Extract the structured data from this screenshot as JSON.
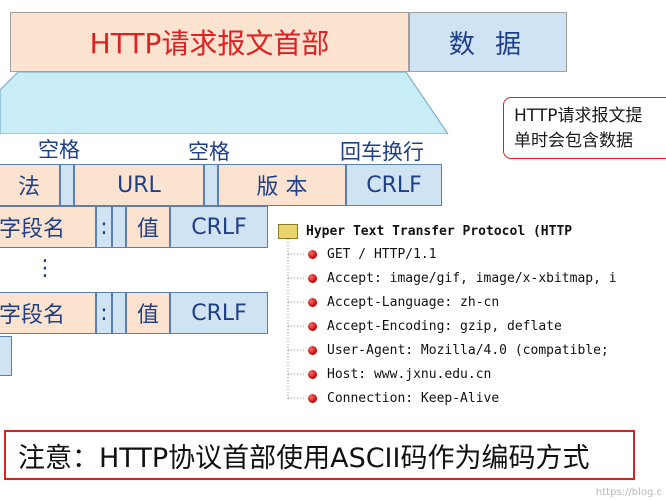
{
  "header": {
    "title": "HTTP请求报文首部",
    "data_label": "数 据"
  },
  "callout": {
    "line1": "HTTP请求报文提",
    "line2": "单时会包含数据"
  },
  "labels": {
    "space1": "空格",
    "space2": "空格",
    "crlf_label": "回车换行"
  },
  "request_line": {
    "method": "法",
    "url": "URL",
    "version": "版  本",
    "crlf": "CRLF"
  },
  "header_lines": [
    {
      "name": "字段名",
      "colon": ":",
      "value": "值",
      "crlf": "CRLF"
    },
    {
      "name": "字段名",
      "colon": ":",
      "value": "值",
      "crlf": "CRLF"
    }
  ],
  "ellipsis": "⋮",
  "protocol_tree": {
    "title": "Hyper Text Transfer Protocol (HTTP",
    "items": [
      "GET / HTTP/1.1",
      "Accept: image/gif, image/x-xbitmap, i",
      "Accept-Language: zh-cn",
      "Accept-Encoding: gzip, deflate",
      "User-Agent: Mozilla/4.0 (compatible;",
      "Host: www.jxnu.edu.cn",
      "Connection: Keep-Alive"
    ]
  },
  "note": "注意：HTTP协议首部使用ASCII码作为编码方式",
  "watermark": "https://blog.c",
  "colors": {
    "red": "#e02020",
    "peach": "#fbe3cf",
    "blue": "#cfe3f3",
    "text_blue": "#1f3f87"
  }
}
